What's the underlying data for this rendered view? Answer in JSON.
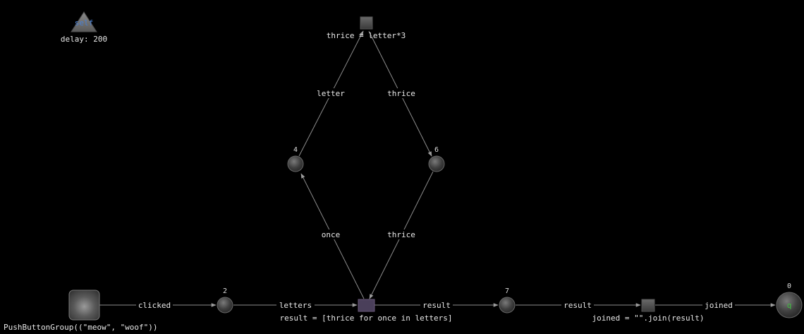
{
  "self_node": {
    "label": "self",
    "caption": "delay: 200"
  },
  "nodes": {
    "button": {
      "caption": "PushButtonGroup((\"meow\", \"woof\"))"
    },
    "n2": {
      "number": "2"
    },
    "map": {
      "caption": "result = [thrice for once in letters]"
    },
    "n4": {
      "number": "4"
    },
    "n6": {
      "number": "6"
    },
    "triple": {
      "caption": "thrice = letter*3"
    },
    "n7": {
      "number": "7"
    },
    "join": {
      "caption": "joined = \"\".join(result)"
    },
    "n0": {
      "number": "0",
      "glyph": "q"
    }
  },
  "edges": {
    "clicked": "clicked",
    "letters": "letters",
    "once": "once",
    "letter": "letter",
    "thrice_up": "thrice",
    "thrice_down": "thrice",
    "result_a": "result",
    "result_b": "result",
    "joined": "joined"
  },
  "colors": {
    "background": "#000000",
    "edge": "#8c8c8c",
    "text": "#e8e8e8",
    "self_text": "#4a7fd0",
    "output_glyph": "#3fbf3f",
    "map_node_fill": "#4a3f5a"
  }
}
